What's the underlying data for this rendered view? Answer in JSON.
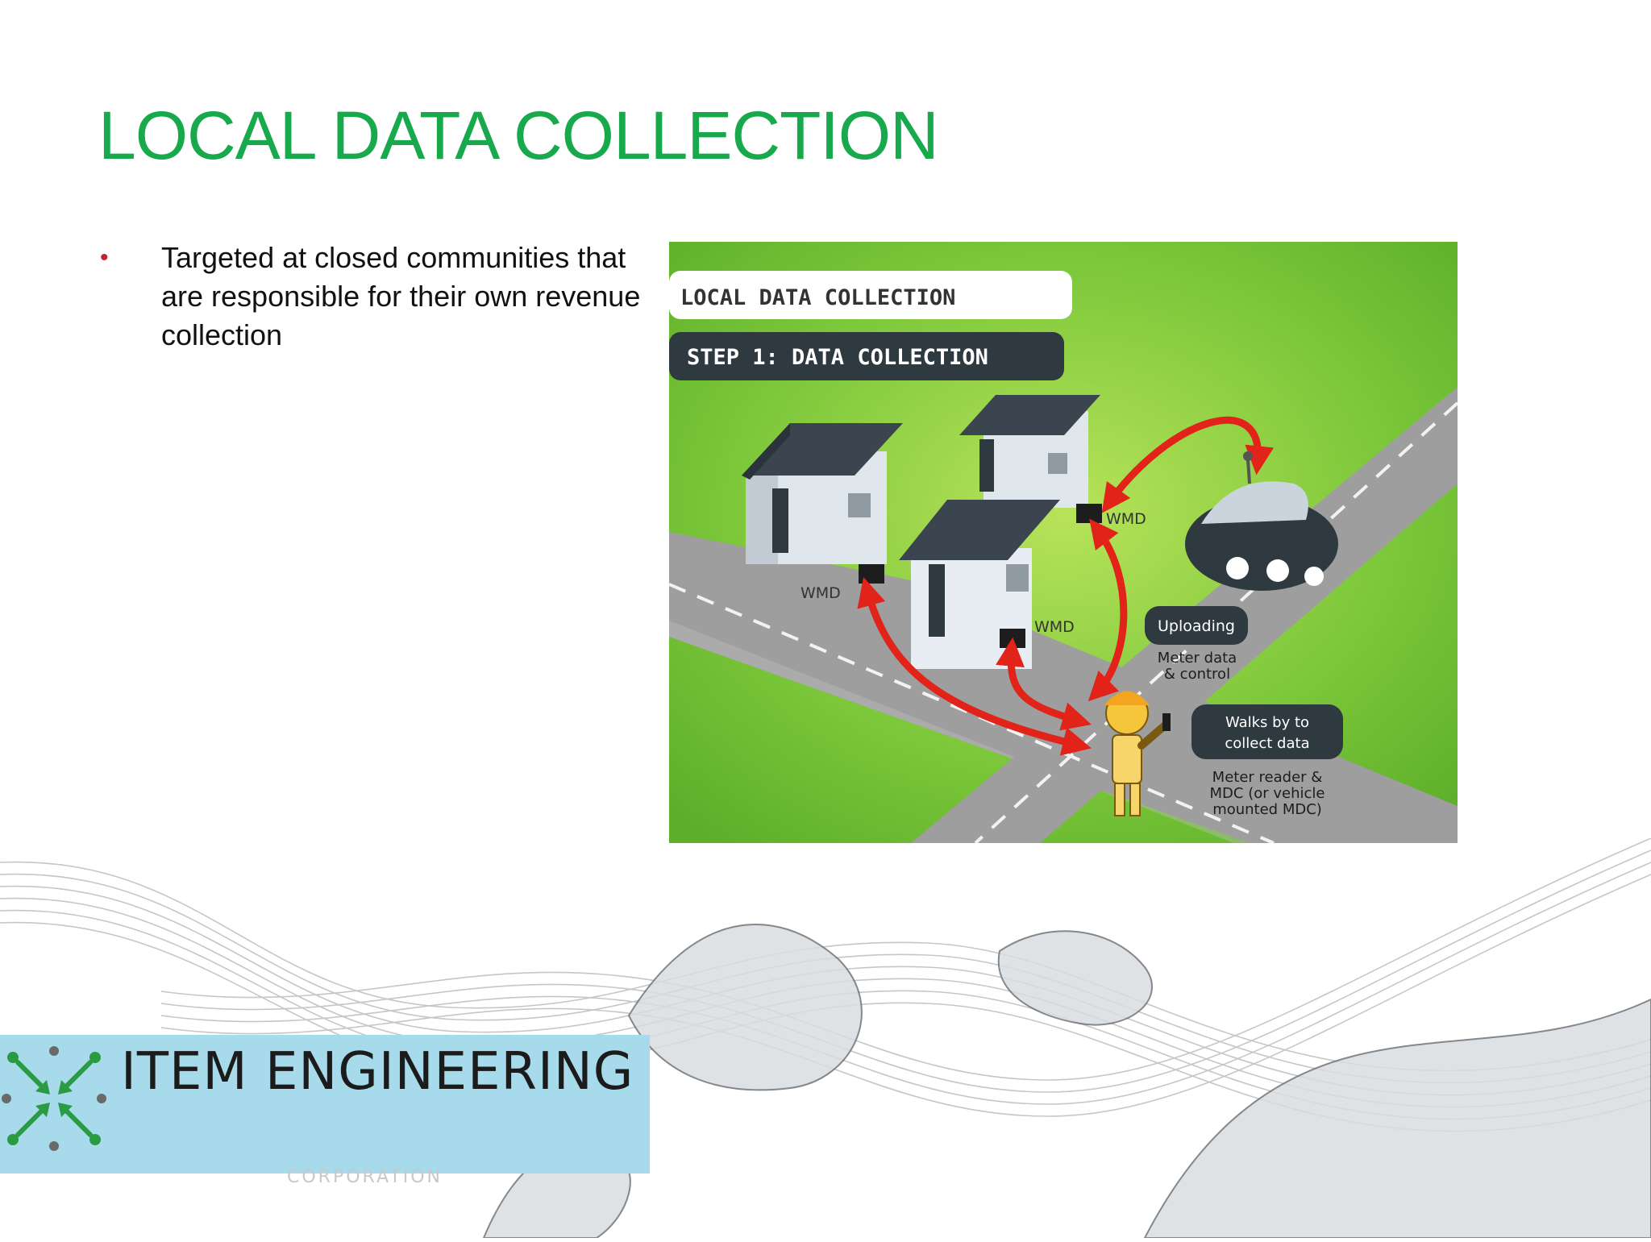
{
  "slide": {
    "title": "LOCAL DATA COLLECTION",
    "bullets": [
      {
        "marker": "•",
        "text": "Targeted at closed communities that are responsible for their own revenue collection"
      }
    ]
  },
  "figure": {
    "header_label": "LOCAL DATA COLLECTION",
    "step_label": "STEP 1: DATA COLLECTION",
    "device_labels": [
      "WMD",
      "WMD",
      "WMD"
    ],
    "uploading_badge": "Uploading",
    "uploading_caption_line1": "Meter data",
    "uploading_caption_line2": "& control",
    "walks_badge_line1": "Walks by to",
    "walks_badge_line2": "collect data",
    "reader_caption_line1": "Meter reader &",
    "reader_caption_line2": "MDC (or vehicle",
    "reader_caption_line3": "mounted MDC)"
  },
  "footer": {
    "logo_name": "ITEM ENGINEERING",
    "logo_subtitle": "CORPORATION"
  },
  "colors": {
    "title": "#17a94b",
    "bullet_marker": "#c0282d",
    "figure_green": "#7cc73a",
    "arrow_red": "#e2231a",
    "badge_dark": "#2f3a40",
    "logo_background": "#a7dbec",
    "logo_green": "#2a9a43"
  }
}
